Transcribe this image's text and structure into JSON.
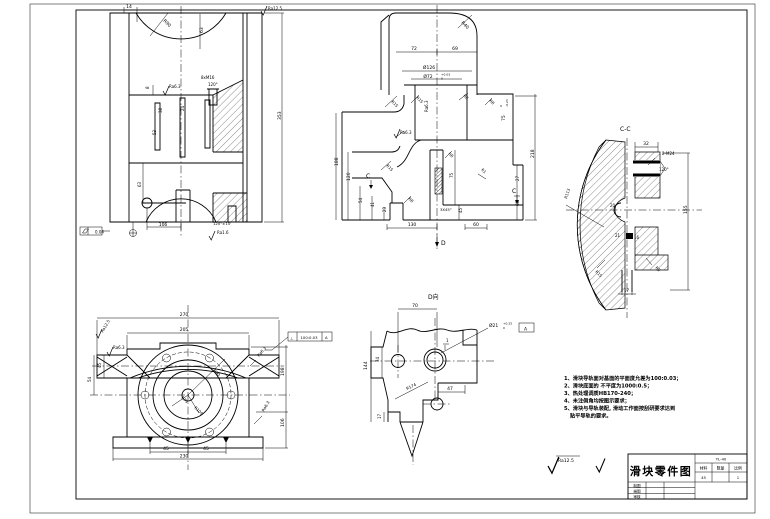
{
  "front": {
    "w14": "14",
    "r90": "R90",
    "h63": "63",
    "ra_top": "Ra12.5",
    "d8": "8",
    "ra_mid": "Ra6.3",
    "thread": "8xM16",
    "angle_top": "120°",
    "h38": "38",
    "h24": "24",
    "h53": "53",
    "h353": "353",
    "h63b": "63",
    "w106": "106",
    "angle_bot": "120°±15'",
    "ra_bot": "Ra1.6",
    "flatness": "0.04"
  },
  "mid": {
    "w72": "72",
    "w69": "69",
    "dia126": "Ø126",
    "dia72": "Ø72",
    "dia72_tu": "+0.03",
    "dia72_tl": "0",
    "r40": "R40",
    "r15a": "R15",
    "r15b": "R15",
    "r15c": "R15",
    "r8a": "R8",
    "r8b": "R8",
    "r8c": "R8",
    "r8d": "R8",
    "ra63a": "Ra6.3",
    "ra63b": "Ra6.3",
    "h75": "75",
    "h75_tu": "0",
    "h75_tl": "-0.23",
    "h188": "188",
    "h120": "120",
    "h54": "54",
    "h41": "41",
    "h23": "23",
    "s75": "75",
    "s45": "45",
    "chamfer": "3X45°",
    "w130": "130",
    "w60": "60",
    "h218": "218",
    "h27": "27",
    "h68": "68",
    "r1": "R1",
    "sec": "C",
    "d_mark": "D"
  },
  "cc": {
    "label": "C-C",
    "w32": "32",
    "thread": "2-M24",
    "angle": "120°",
    "h155": "155",
    "r113": "R113",
    "d20": "20",
    "d21": "21",
    "d16": "16",
    "w17": "17",
    "r15": "R15",
    "r5": "R5"
  },
  "plan": {
    "w270": "270",
    "w205": "205",
    "h45": "45",
    "h54": "54",
    "h198": "198",
    "h106": "106",
    "s45a": "45",
    "s45b": "45",
    "w230": "230",
    "r90": "R90",
    "r73": "R73",
    "r109": "R109",
    "ra125": "Ra12.5",
    "ra63a": "Ra6.3",
    "ra63b": "Ra6.3",
    "ra63c": "Ra6.3",
    "perp_sym": "⊥",
    "perp_val": "100:0.03",
    "perp_datum": "A"
  },
  "dv": {
    "label": "D向",
    "w70": "70",
    "w1": "1",
    "h144": "144",
    "h34": "34",
    "r174": "R174",
    "w47": "47",
    "h17": "17",
    "dia21": "Ø21",
    "dia21_tu": "+0.25",
    "dia21_tl": "0",
    "datum": "A"
  },
  "notes": {
    "lines": [
      "1、滑块导轨面对基面的平面度允差为100:0.03；",
      "2、滑块底面的 不平度为1000:0.5；",
      "3、热处理调质HB170-240；",
      "4、未注倒角均按图示要求；",
      "5、滑块与导轨装配, 滑动工作面按刮研要求达到",
      "贴平导轨的要求。"
    ]
  },
  "surface": {
    "ra": "Ra12.5"
  },
  "title_block": {
    "title": "滑块零件图",
    "code": "TL-40",
    "material_label": "材料",
    "qty_label": "数量",
    "scale_label": "比例",
    "material": "45",
    "qty": "",
    "scale": "1",
    "sign_rows": [
      "制图",
      "描图",
      "审核"
    ]
  }
}
